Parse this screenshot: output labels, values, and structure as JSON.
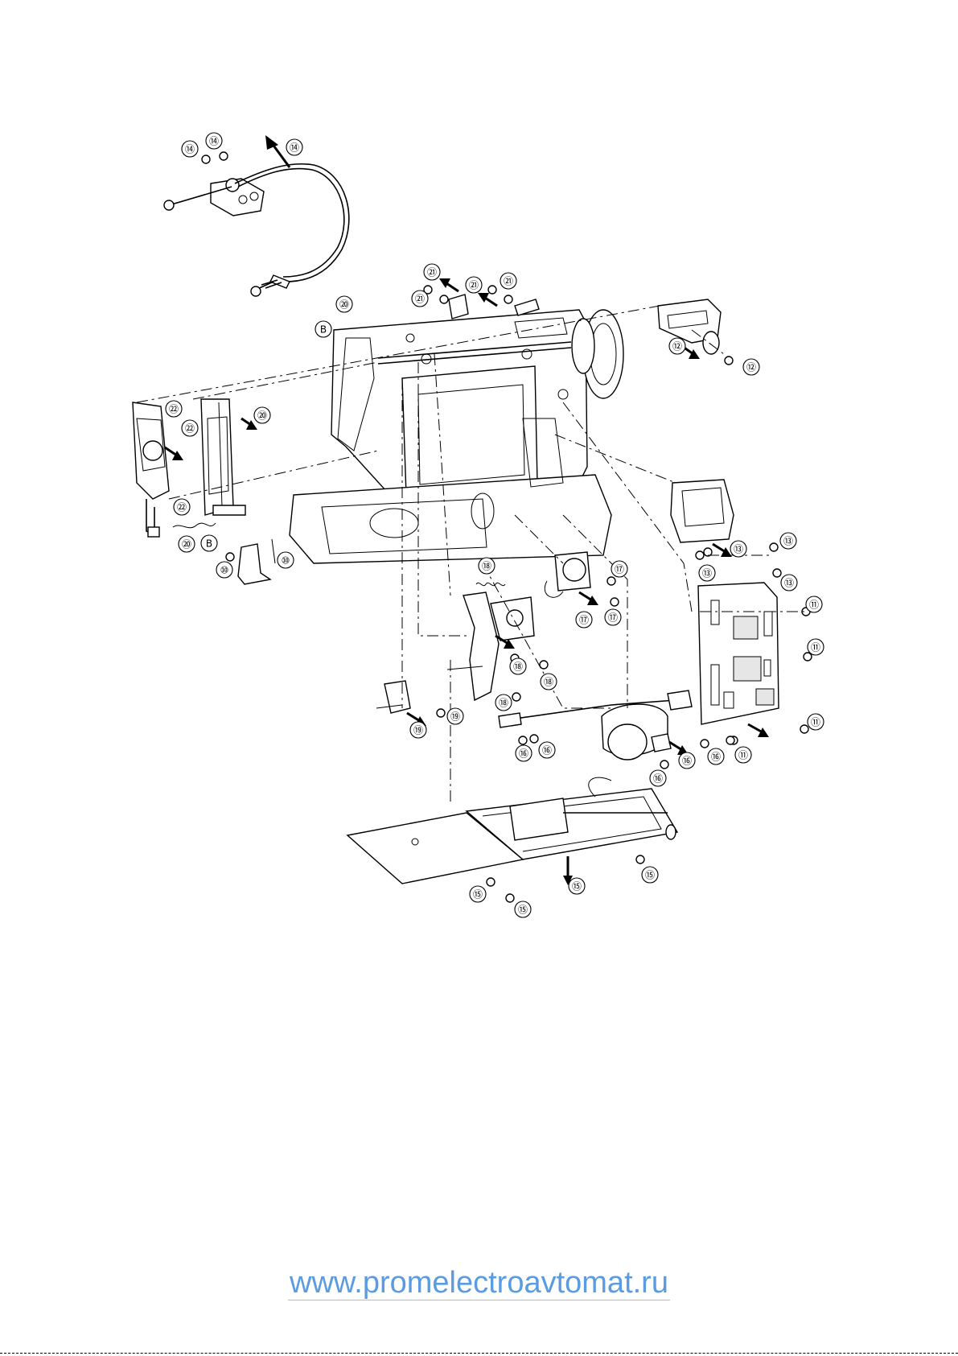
{
  "watermark": "www.promelectroavtomat.ru",
  "colors": {
    "watermark": "#5b9be0",
    "line": "#000000"
  },
  "diagram": {
    "callouts": [
      {
        "label": "⑭"
      },
      {
        "label": "⑭"
      },
      {
        "label": "⑭"
      },
      {
        "label": "⑳"
      },
      {
        "label": "B"
      },
      {
        "label": "㉑"
      },
      {
        "label": "㉑"
      },
      {
        "label": "㉑"
      },
      {
        "label": "㉑"
      },
      {
        "label": "⑫"
      },
      {
        "label": "⑫"
      },
      {
        "label": "㉒"
      },
      {
        "label": "㉒"
      },
      {
        "label": "㉒"
      },
      {
        "label": "⑳"
      },
      {
        "label": "⑳"
      },
      {
        "label": "B"
      },
      {
        "label": "⑩"
      },
      {
        "label": "⑩"
      },
      {
        "label": "⑬"
      },
      {
        "label": "⑬"
      },
      {
        "label": "⑬"
      },
      {
        "label": "⑬"
      },
      {
        "label": "⑱"
      },
      {
        "label": "⑱"
      },
      {
        "label": "⑱"
      },
      {
        "label": "⑱"
      },
      {
        "label": "⑰"
      },
      {
        "label": "⑰"
      },
      {
        "label": "⑰"
      },
      {
        "label": "⑪"
      },
      {
        "label": "⑪"
      },
      {
        "label": "⑪"
      },
      {
        "label": "⑪"
      },
      {
        "label": "⑲"
      },
      {
        "label": "⑲"
      },
      {
        "label": "⑯"
      },
      {
        "label": "⑯"
      },
      {
        "label": "⑯"
      },
      {
        "label": "⑯"
      },
      {
        "label": "⑯"
      },
      {
        "label": "⑮"
      },
      {
        "label": "⑮"
      },
      {
        "label": "⑮"
      },
      {
        "label": "⑮"
      }
    ]
  }
}
